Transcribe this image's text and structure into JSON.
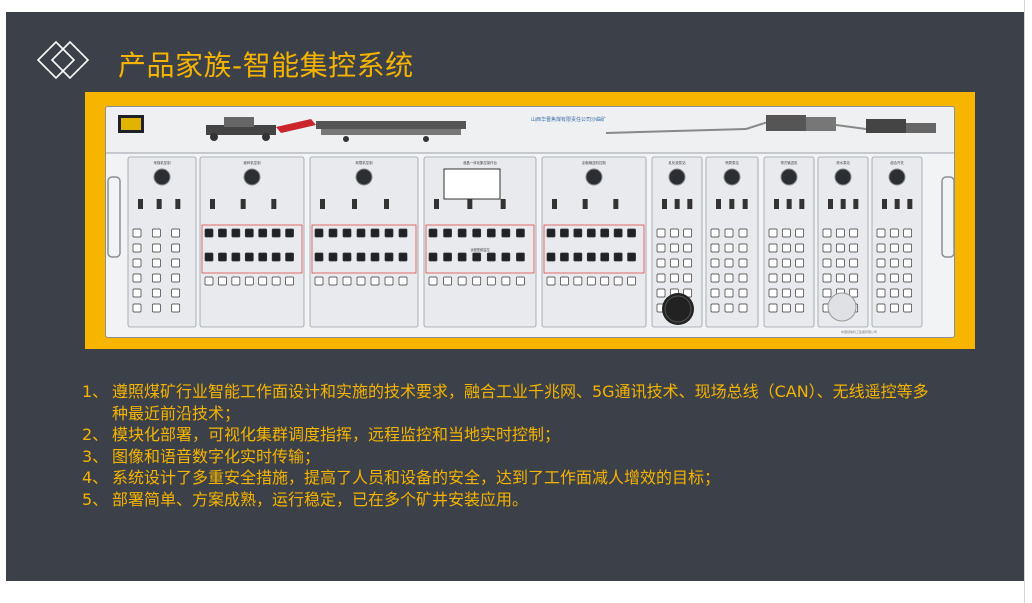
{
  "slide": {
    "title": "产品家族-智能集控系统",
    "title_icon": "double-diamond-icon",
    "accent_color": "#f5b400",
    "background_color": "#3c4048"
  },
  "panel_image": {
    "header_text": "山西华晋焦煤有限责任公司沙曲矿",
    "sections": [
      "采煤机控制",
      "破碎机控制",
      "转载机控制",
      "液晶一体化集控操作台",
      "刮板输送机控制",
      "乳化液泵站",
      "喷雾泵站",
      "带式输送机",
      "清水泵站",
      "组合开关"
    ],
    "sub_section": "远程视频监控",
    "footer_text": "中国煤炭科工集团有限公司"
  },
  "points": [
    {
      "num": "1、",
      "text": "遵照煤矿行业智能工作面设计和实施的技术要求，融合工业千兆网、5G通讯技术、现场总线（CAN）、无线遥控等多种最近前沿技术；"
    },
    {
      "num": "2、",
      "text": "模块化部署，可视化集群调度指挥，远程监控和当地实时控制；"
    },
    {
      "num": "3、",
      "text": "图像和语音数字化实时传输；"
    },
    {
      "num": "4、",
      "text": "系统设计了多重安全措施，提高了人员和设备的安全，达到了工作面减人增效的目标；"
    },
    {
      "num": "5、",
      "text": "部署简单、方案成熟，运行稳定，已在多个矿井安装应用。"
    }
  ]
}
